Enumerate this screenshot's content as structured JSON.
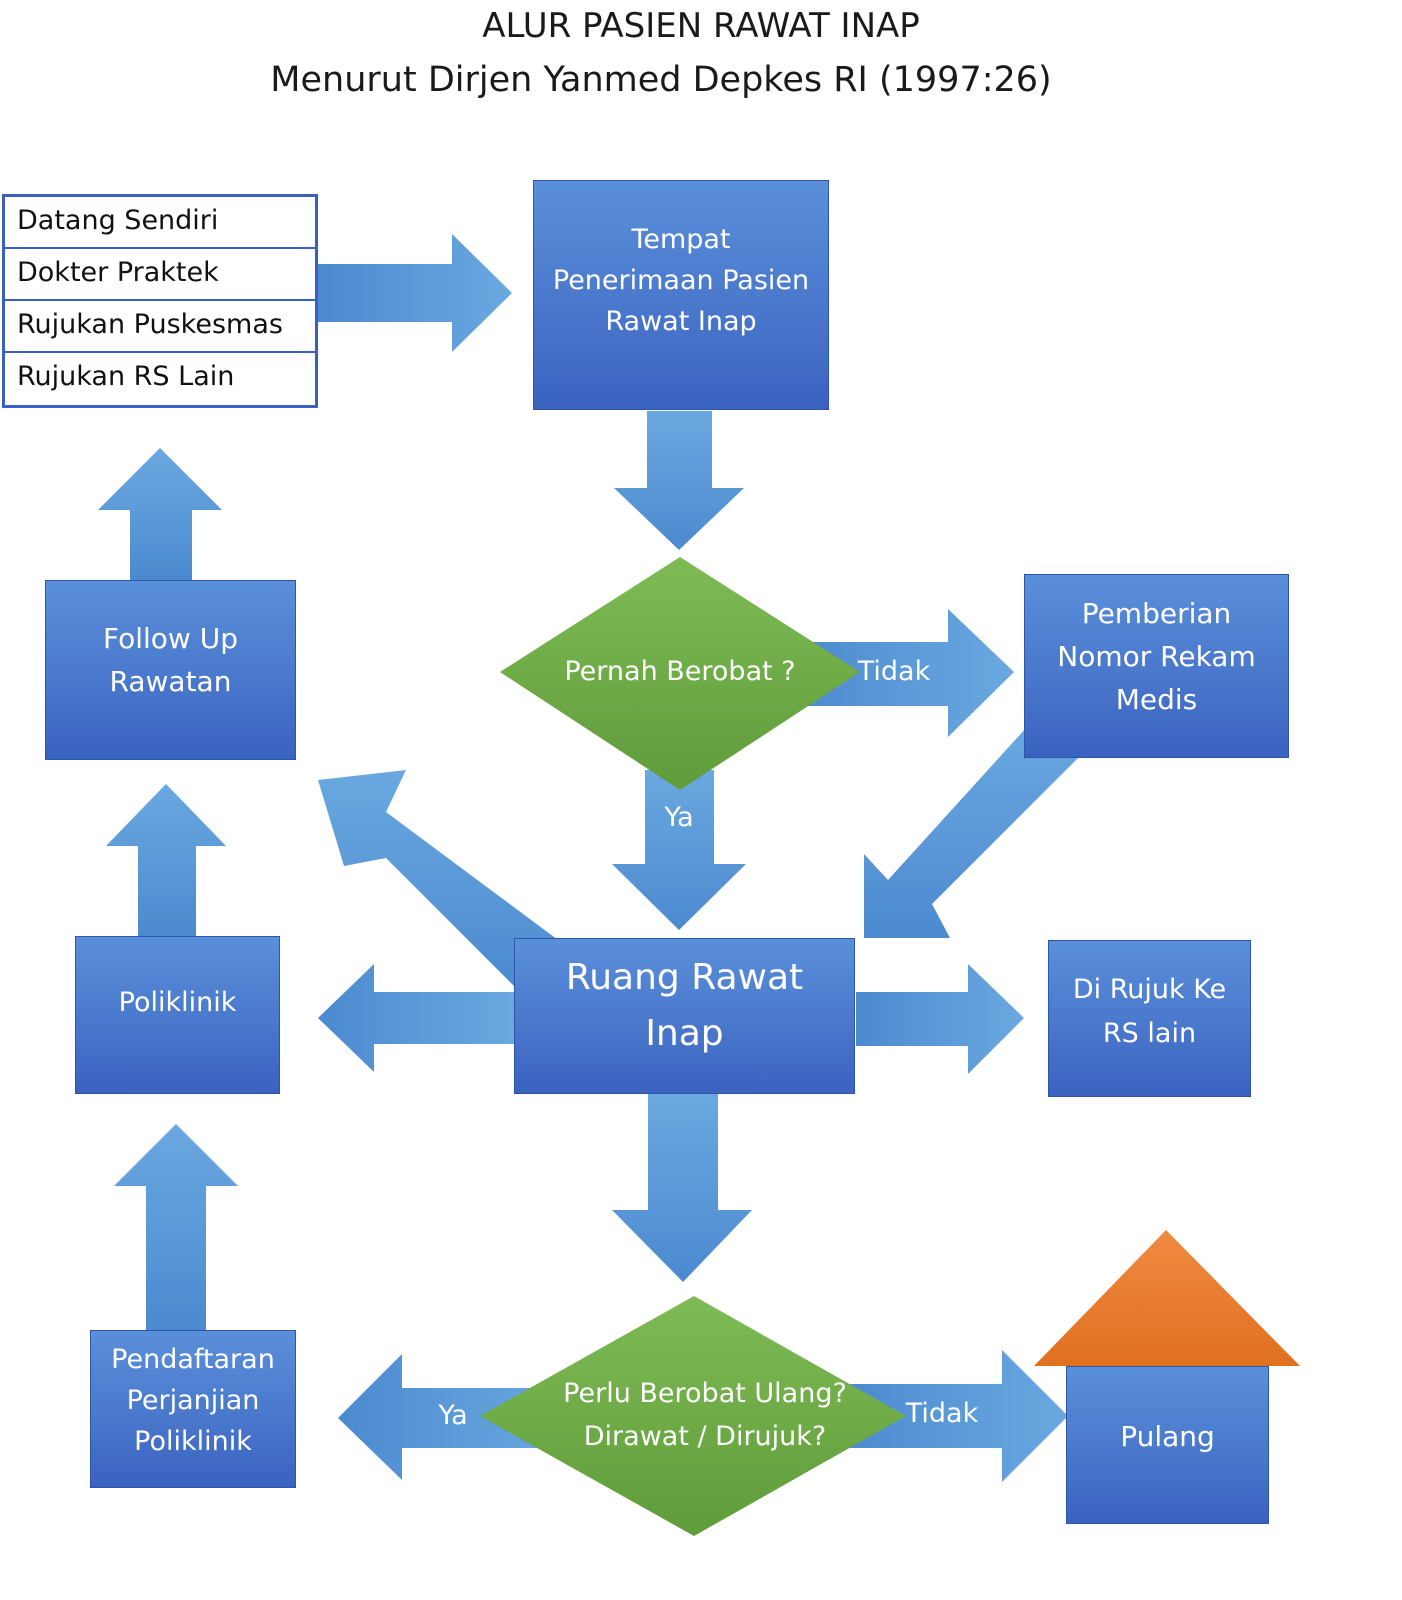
{
  "title": {
    "line1": "ALUR PASIEN RAWAT INAP",
    "line2": "Menurut Dirjen Yanmed Depkes RI (1997:26)"
  },
  "sources": [
    "Datang Sendiri",
    "Dokter Praktek",
    "Rujukan Puskesmas",
    "Rujukan RS Lain"
  ],
  "nodes": {
    "tppri": "Tempat\nPenerimaan Pasien\nRawat Inap",
    "pernah_berobat": "Pernah Berobat ?",
    "pemberian_rm": "Pemberian\nNomor Rekam\nMedis",
    "follow_up": "Follow Up\nRawatan",
    "ruang_rawat": "Ruang Rawat\nInap",
    "poliklinik": "Poliklinik",
    "dirujuk": "Di Rujuk Ke\nRS lain",
    "pendaftaran": "Pendaftaran\nPerjanjian\nPoliklinik",
    "perlu_berobat": "Perlu Berobat Ulang?\nDirawat / Dirujuk?",
    "pulang": "Pulang"
  },
  "edge_labels": {
    "tidak_1": "Tidak",
    "ya_1": "Ya",
    "ya_2": "Ya",
    "tidak_2": "Tidak"
  },
  "colors": {
    "box_blue": "#4a78cc",
    "arrow_blue": "#5b9bd8",
    "decision_green": "#72ad4a",
    "roof_orange": "#ed7d31"
  }
}
